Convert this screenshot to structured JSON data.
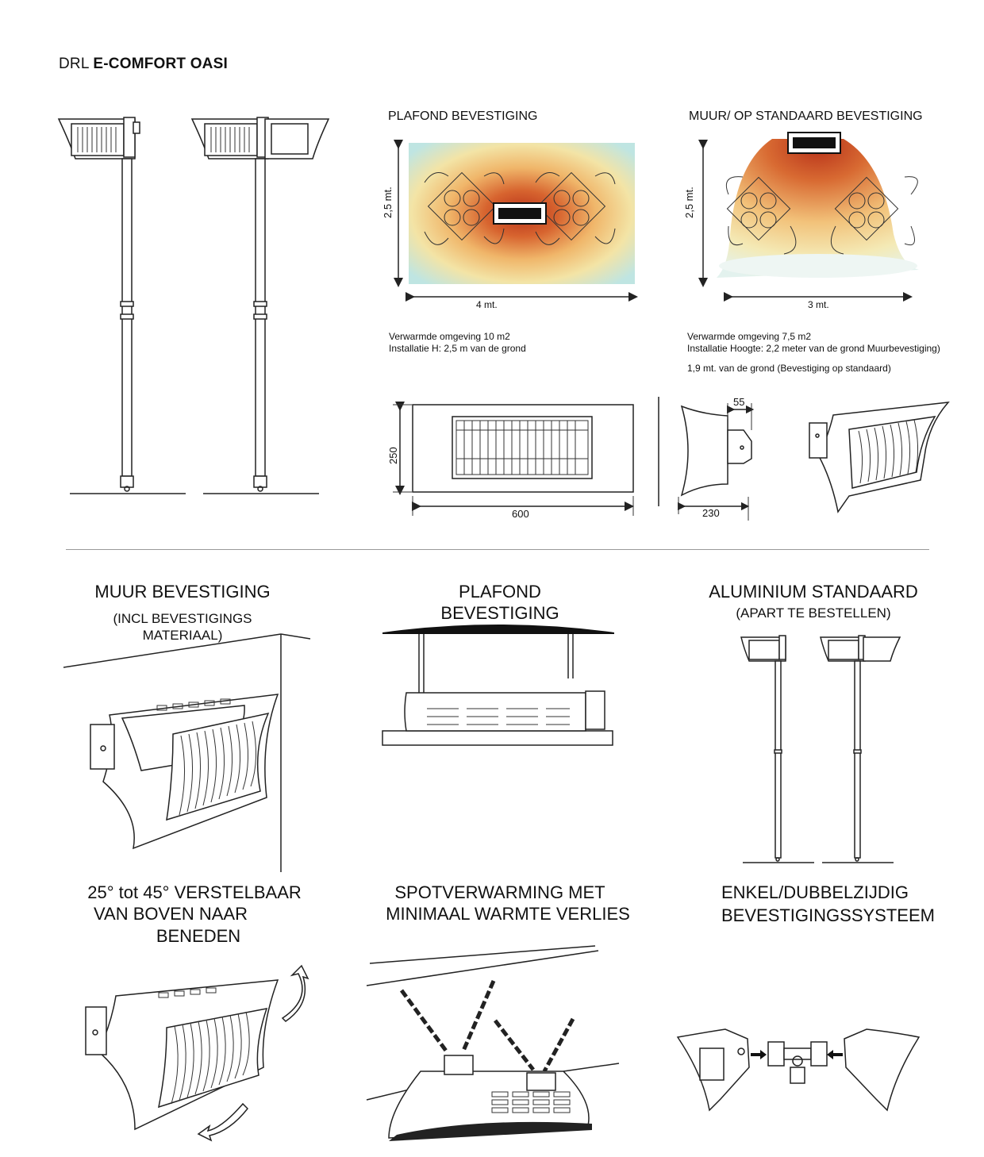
{
  "brand": {
    "prefix": "DRL",
    "name": "E-COMFORT OASI"
  },
  "ceiling_diagram": {
    "title": "PLAFOND BEVESTIGING",
    "height_label": "2,5 mt.",
    "width_label": "4 mt.",
    "info_line1": "Verwarmde omgeving 10 m2",
    "info_line2": "Installatie H: 2,5 m van de grond"
  },
  "wall_diagram": {
    "title": "MUUR/ OP STANDAARD BEVESTIGING",
    "height_label": "2,5 mt.",
    "width_label": "3 mt.",
    "info_line1": "Verwarmde omgeving 7,5 m2",
    "info_line2": "Installatie Hoogte: 2,2 meter van de grond  Muurbevestiging)",
    "info_line3": "1,9 mt. van de grond (Bevestiging op standaard)"
  },
  "dimensions": {
    "height": "250",
    "width": "600",
    "depth": "230",
    "bracket": "55"
  },
  "features": {
    "wall": {
      "line1": "MUUR  BEVESTIGING",
      "sub1": "(INCL BEVESTIGINGS",
      "sub2": "MATERIAAL)"
    },
    "ceiling": {
      "line1": "PLAFOND",
      "line2": "BEVESTIGING"
    },
    "stand": {
      "line1": "ALUMINIUM STANDAARD",
      "sub1": "(APART TE BESTELLEN)"
    },
    "tilt": {
      "line1": "25° tot 45° VERSTELBAAR",
      "line2": "VAN BOVEN NAAR",
      "line3": "BENEDEN"
    },
    "spot": {
      "line1": "SPOTVERWARMING MET",
      "line2": "MINIMAAL WARMTE VERLIES"
    },
    "mount": {
      "line1": "ENKEL/DUBBELZIJDIG",
      "line2": "BEVESTIGINGSSYSTEEM"
    }
  }
}
